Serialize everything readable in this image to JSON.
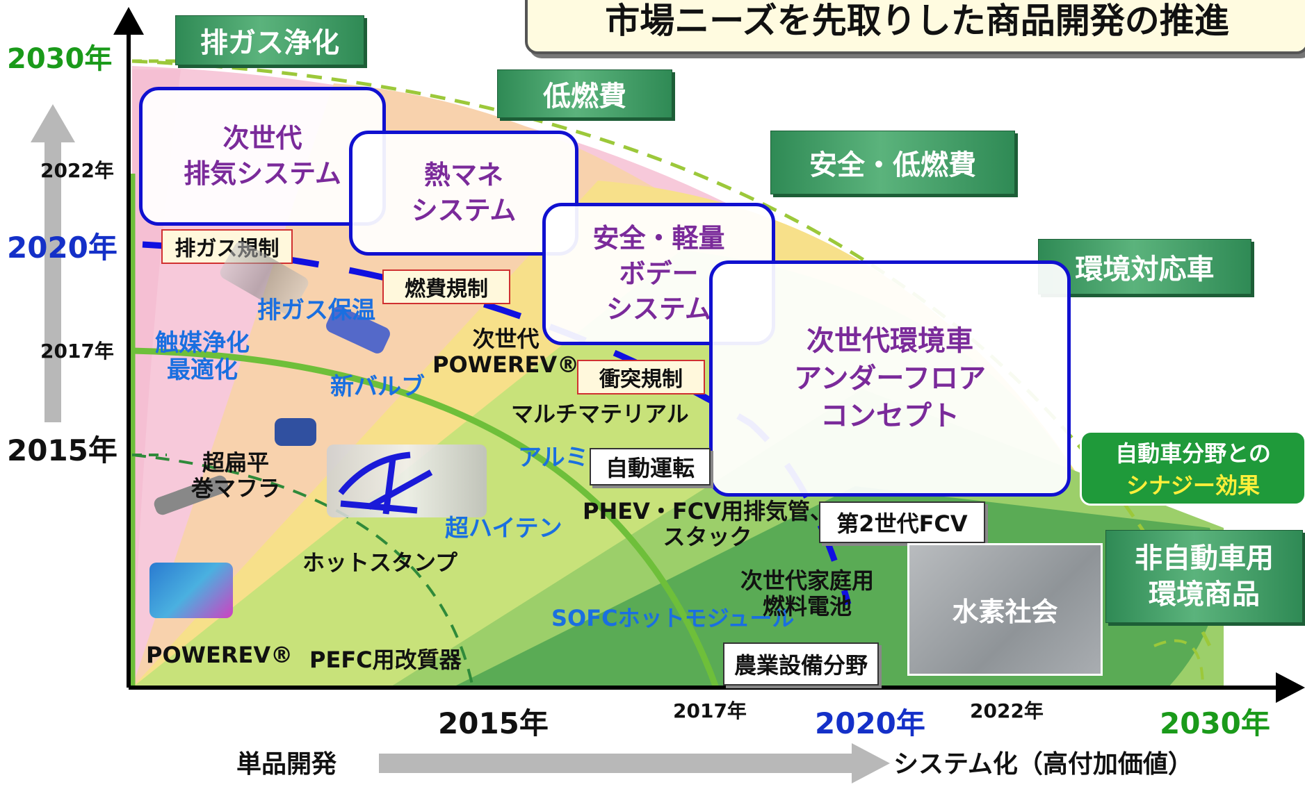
{
  "title": "市場ニーズを先取りした商品開発の推進",
  "y_axis": {
    "labels": [
      {
        "text": "2030年",
        "color": "#1a9a1a"
      },
      {
        "text": "2022年",
        "color": "#111111"
      },
      {
        "text": "2020年",
        "color": "#1430c8"
      },
      {
        "text": "2017年",
        "color": "#111111"
      },
      {
        "text": "2015年",
        "color": "#111111"
      }
    ]
  },
  "x_axis": {
    "labels": [
      {
        "text": "2015年",
        "color": "#111111"
      },
      {
        "text": "2017年",
        "color": "#111111"
      },
      {
        "text": "2020年",
        "color": "#1430c8"
      },
      {
        "text": "2022年",
        "color": "#111111"
      },
      {
        "text": "2030年",
        "color": "#1a9a1a"
      }
    ],
    "start_label": "単品開発",
    "end_label": "システム化（高付加価値）"
  },
  "themes": [
    "排ガス浄化",
    "低燃費",
    "安全・低燃費",
    "環境対応車",
    "非自動車用\n環境商品"
  ],
  "synergy": {
    "line1": "自動車分野との",
    "line2": "シナジー効果"
  },
  "system_cards": [
    "次世代\n排気システム",
    "熱マネ\nシステム",
    "安全・軽量\nボデー\nシステム",
    "次世代環境車\nアンダーフロア\nコンセプト"
  ],
  "regulations": [
    "排ガス規制",
    "燃費規制",
    "衝突規制"
  ],
  "boxed_labels": [
    "自動運転",
    "第2世代FCV",
    "農業設備分野",
    "水素社会"
  ],
  "products_blue": [
    "排ガス保温",
    "触媒浄化\n最適化",
    "新バルブ",
    "アルミ",
    "超ハイテン",
    "SOFCホットモジュール"
  ],
  "products_black": [
    "次世代\nPOWEREV®",
    "マルチマテリアル",
    "超扁平\n巻マフラ",
    "ホットスタンプ",
    "PHEV・FCV用排気管、\nスタック",
    "次世代家庭用\n燃料電池",
    "POWEREV®",
    "PEFC用改質器"
  ],
  "colors": {
    "pink": "#f7c9da",
    "peach": "#f8cfa6",
    "yellow": "#f7e08a",
    "lightgreen": "#c8e27a",
    "midgreen": "#9ccf6a",
    "darkgreen": "#5aab55",
    "theme_green": "#3c9a62",
    "card_border": "#1010d0"
  }
}
